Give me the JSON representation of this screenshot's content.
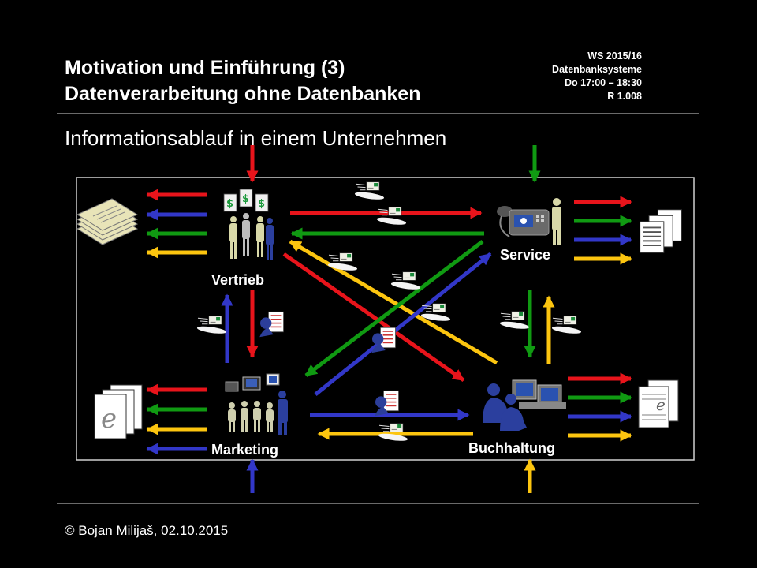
{
  "header": {
    "title_line1": "Motivation und Einführung (3)",
    "title_line2": "Datenverarbeitung ohne Datenbanken",
    "course_lines": [
      "WS 2015/16",
      "Datenbanksysteme",
      "Do 17:00 – 18:30",
      "R 1.008"
    ]
  },
  "subtitle": "Informationsablauf in einem Unternehmen",
  "departments": {
    "vertrieb": "Vertrieb",
    "service": "Service",
    "marketing": "Marketing",
    "buchhaltung": "Buchhaltung"
  },
  "footer": "© Bojan Milijaš, 02.10.2015",
  "colors": {
    "red": "#e8141b",
    "blue": "#3237c8",
    "green": "#109a12",
    "yellow": "#fcc50f"
  },
  "icons": [
    "paper-stack-icon",
    "documents-icon",
    "e-document-icon",
    "letter-icon",
    "report-icon",
    "sales-people-icon",
    "service-agent-icon",
    "marketing-group-icon",
    "accounting-workers-icon"
  ]
}
